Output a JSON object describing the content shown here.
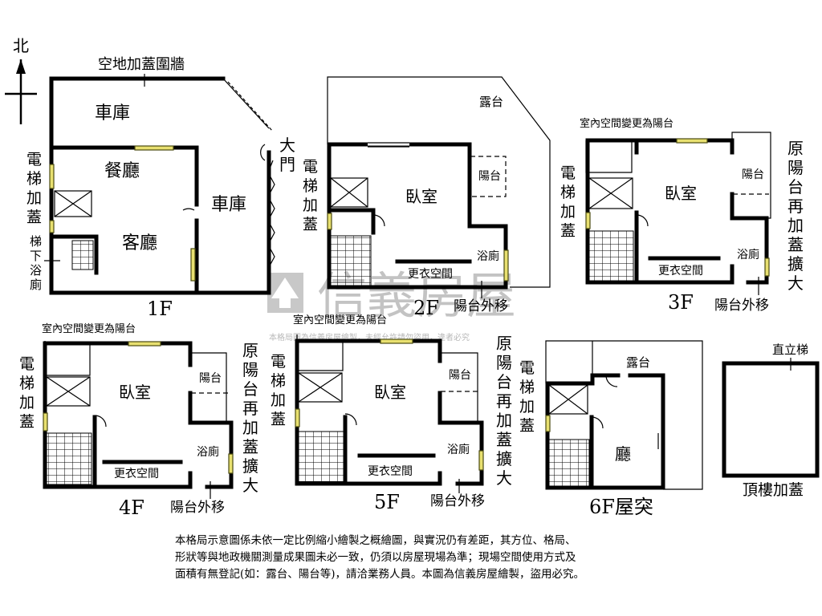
{
  "compass": {
    "north": "北"
  },
  "floors": {
    "f1": {
      "caption": "1F",
      "rooms": {
        "garage_top": "車庫",
        "dining": "餐廳",
        "living": "客廳",
        "garage_right": "車庫"
      },
      "annotations": {
        "yard": "空地加蓋圍牆",
        "gate": "大門",
        "elevator": "電梯加蓋",
        "bath_under_stairs": "梯下浴廁"
      }
    },
    "f2": {
      "caption": "2F",
      "rooms": {
        "terrace": "露台",
        "bedroom": "臥室",
        "balcony": "陽台",
        "bath": "浴廁",
        "closet": "更衣空間"
      },
      "annotations": {
        "elevator": "電梯加蓋",
        "balcony_moved": "陽台外移"
      }
    },
    "f3": {
      "caption": "3F",
      "rooms": {
        "bedroom": "臥室",
        "balcony": "陽台",
        "bath": "浴廁",
        "closet": "更衣空間"
      },
      "annotations": {
        "indoor_to_balcony": "室內空間變更為陽台",
        "elevator": "電梯加蓋",
        "balcony_extended": "原陽台再加蓋擴大",
        "balcony_moved": "陽台外移"
      }
    },
    "f4": {
      "caption": "4F",
      "rooms": {
        "bedroom": "臥室",
        "balcony": "陽台",
        "bath": "浴廁",
        "closet": "更衣空間"
      },
      "annotations": {
        "indoor_to_balcony": "室內空間變更為陽台",
        "elevator": "電梯加蓋",
        "balcony_extended": "原陽台再加蓋擴大",
        "balcony_moved": "陽台外移"
      }
    },
    "f5": {
      "caption": "5F",
      "rooms": {
        "bedroom": "臥室",
        "balcony": "陽台",
        "bath": "浴廁",
        "closet": "更衣空間"
      },
      "annotations": {
        "indoor_to_balcony": "室內空間變更為陽台",
        "elevator": "電梯加蓋",
        "balcony_extended": "原陽台再加蓋擴大",
        "balcony_moved": "陽台外移"
      }
    },
    "f6": {
      "caption": "6F屋突",
      "rooms": {
        "terrace": "露台",
        "hall": "廳"
      },
      "annotations": {
        "elevator": "電梯加蓋"
      }
    },
    "roof": {
      "caption": "頂樓加蓋",
      "annotations": {
        "ladder": "直立梯"
      }
    }
  },
  "watermark": {
    "brand": "信義房屋",
    "notice": "本格局圖為信義房屋繪製，未經允許請勿盜用，違者必究"
  },
  "disclaimer": [
    "本格局示意圖係未依一定比例縮小繪製之概繪圖，與實況仍有差距，其方位、格局、",
    "形狀等與地政機關測量成果圖未必一致，仍須以房屋現場為準；現場空間使用方式及",
    "面積有無登記(如：露台、陽台等)，請洽業務人員。本圖為信義房屋繪製，盜用必究。"
  ],
  "colors": {
    "wall": "#000000",
    "window": "#e8e070",
    "watermark": "#b0b0b0"
  }
}
